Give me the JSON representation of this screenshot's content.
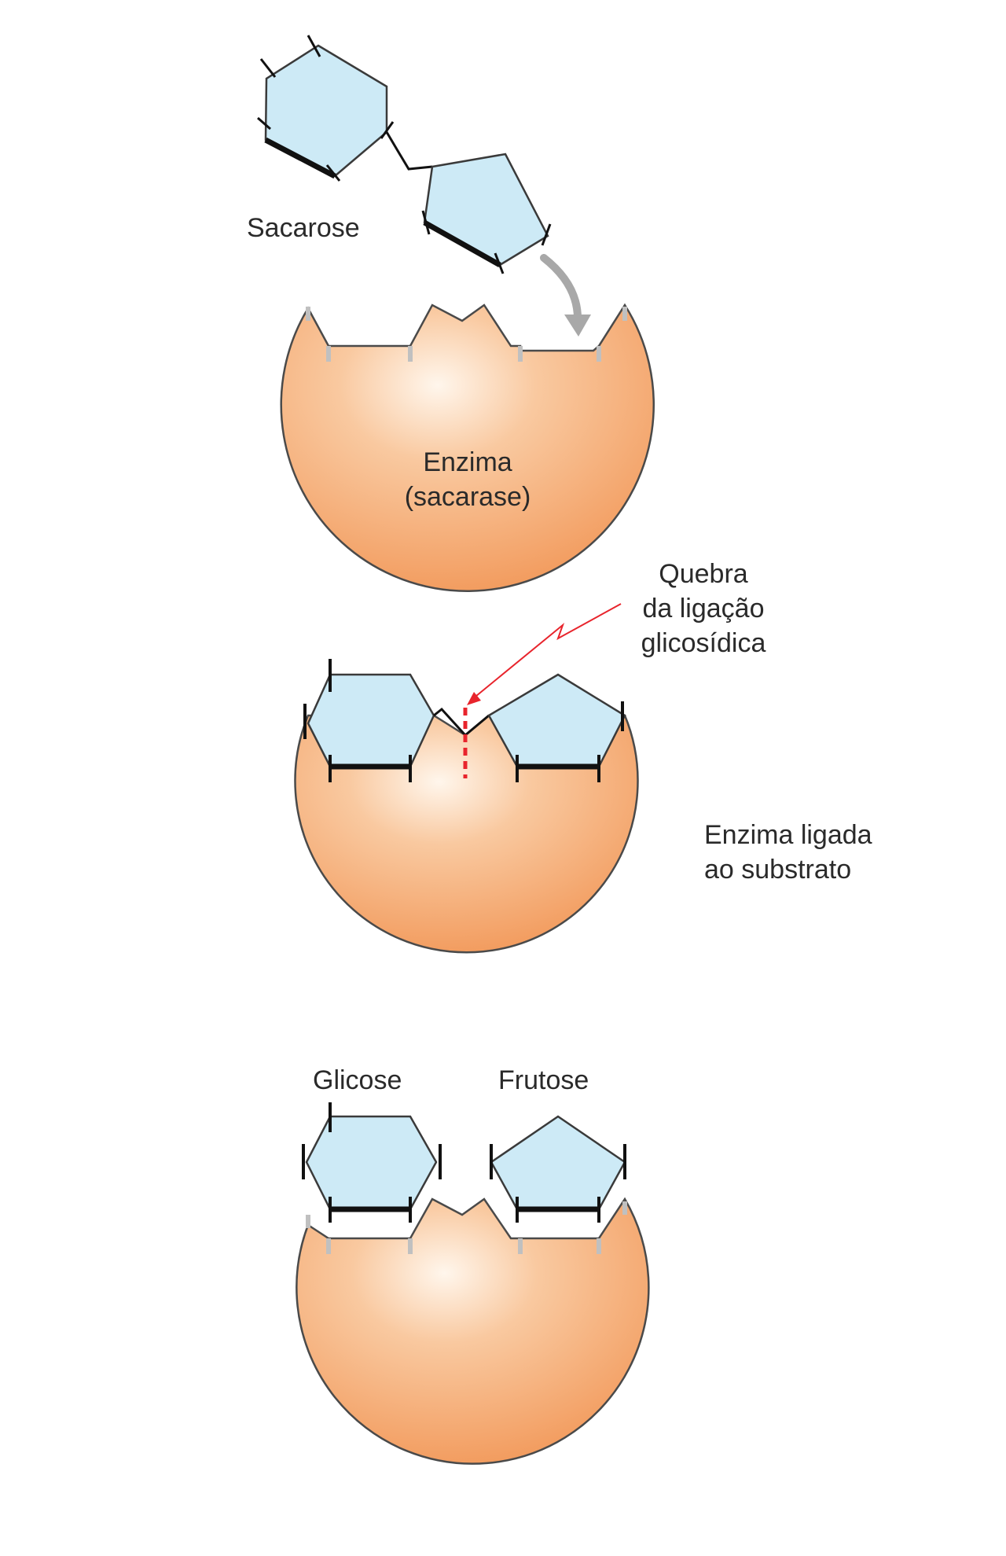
{
  "colors": {
    "enzyme": "#f5a46a",
    "enzyme_highlight": "#fff3e6",
    "sugar": "#cdeaf6",
    "bond_break": "#e8242c",
    "arrow": "#a8a8a8"
  },
  "labels": {
    "sucrose": "Sacarose",
    "enzyme": {
      "line1": "Enzima",
      "line2": "(sacarase)"
    },
    "bond_break": {
      "line1": "Quebra",
      "line2": "da ligação",
      "line3": "glicosídica"
    },
    "enzyme_substrate": {
      "line1": "Enzima ligada",
      "line2": "ao substrato"
    },
    "glucose": "Glicose",
    "fructose": "Frutose"
  }
}
